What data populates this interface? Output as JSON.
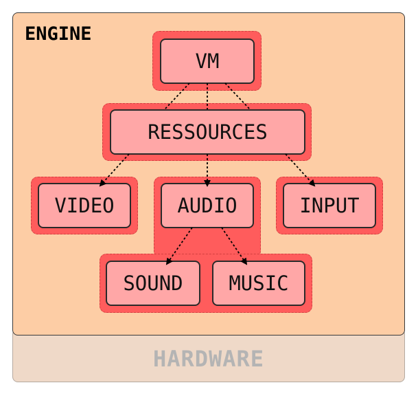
{
  "engine": {
    "label": "ENGINE"
  },
  "hardware": {
    "label": "HARDWARE"
  },
  "nodes": {
    "vm": "VM",
    "ressources": "RESSOURCES",
    "video": "VIDEO",
    "audio": "AUDIO",
    "input": "INPUT",
    "sound": "SOUND",
    "music": "MUSIC"
  },
  "edges": [
    [
      "vm",
      "ressources"
    ],
    [
      "ressources",
      "video"
    ],
    [
      "ressources",
      "audio"
    ],
    [
      "ressources",
      "input"
    ],
    [
      "audio",
      "sound"
    ],
    [
      "audio",
      "music"
    ]
  ],
  "colors": {
    "engine_fill": "#fdcda5",
    "hardware_fill": "#efd9c8",
    "hardware_text": "#b4b4b4",
    "halo": "#ff5c5c",
    "node_fill": "#ffa7a7"
  }
}
